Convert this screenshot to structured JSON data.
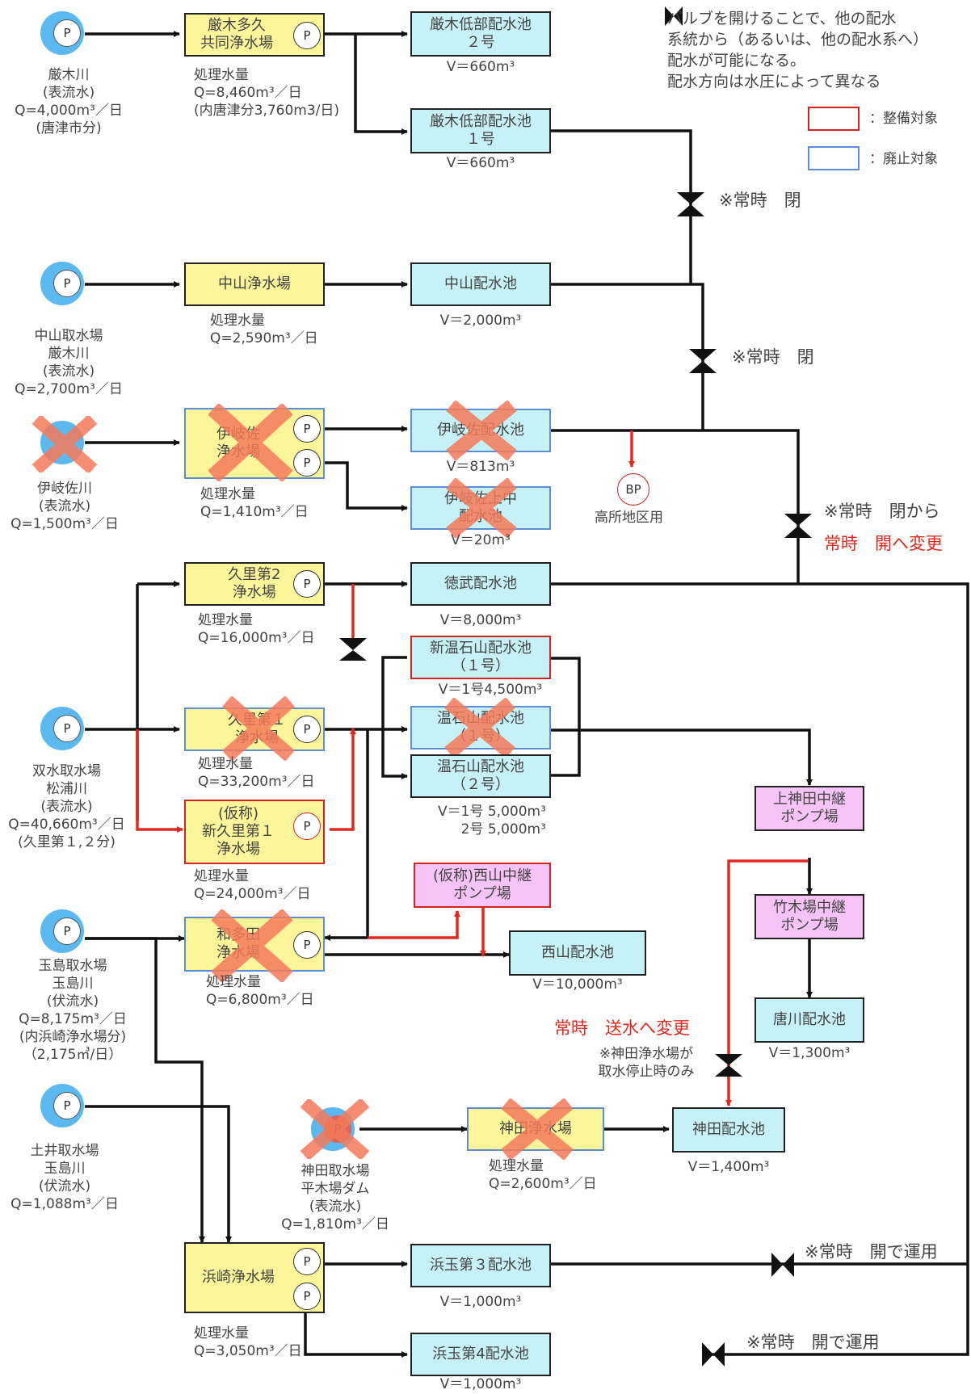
{
  "legend": {
    "note": "バルブを開けることで、他の配水\n系統から（あるいは、他の配水系へ）\n配水が可能になる。\n配水方向は水圧によって異なる",
    "renew": "：整備対象",
    "abolish": "：廃止対象",
    "colors": {
      "renew": "#d32323",
      "abolish": "#5a8fd8"
    }
  },
  "sources": {
    "s1": {
      "pump": "P",
      "label": "厳木川\n(表流水)\nQ=4,000m³／日\n(唐津市分)"
    },
    "s2": {
      "pump": "P",
      "label": "中山取水場\n厳木川\n(表流水)\nQ=2,700m³／日"
    },
    "s3": {
      "label": "伊岐佐川\n(表流水)\nQ=1,500m³／日"
    },
    "s4": {
      "pump": "P",
      "label": "双水取水場\n松浦川\n(表流水)\nQ=40,660m³／日\n(久里第１,２分)"
    },
    "s5": {
      "pump": "P",
      "label": "玉島取水場\n玉島川\n(伏流水)\nQ=8,175m³／日\n(内浜崎浄水場分)\n（2,175㎥/日）"
    },
    "s6": {
      "pump": "P",
      "label": "土井取水場\n玉島川\n(伏流水)\nQ=1,088m³／日"
    },
    "s7": {
      "pump": "P",
      "label": "神田取水場\n平木場ダム\n(表流水)\nQ=1,810m³／日"
    }
  },
  "plants": {
    "p1": {
      "name": "厳木多久\n共同浄水場",
      "pump": "P",
      "label": "処理水量\nQ=8,460m³／日\n(内唐津分3,760m3/日)"
    },
    "p2": {
      "name": "中山浄水場",
      "label": "処理水量\nQ=2,590m³／日"
    },
    "p3": {
      "name": "伊岐佐\n浄水場",
      "pump": "P",
      "label": "処理水量\nQ=1,410m³／日"
    },
    "p4": {
      "name": "久里第2\n浄水場",
      "pump": "P",
      "label": "処理水量\nQ=16,000m³／日"
    },
    "p5": {
      "name": "久里第１\n浄水場",
      "pump": "P",
      "label": "処理水量\nQ=33,200m³／日"
    },
    "p6": {
      "name": "(仮称)\n新久里第１\n浄水場",
      "pump": "P",
      "label": "処理水量\nQ=24,000m³／日"
    },
    "p7": {
      "name": "和多田\n浄水場",
      "pump": "P",
      "label": "処理水量\nQ=6,800m³／日"
    },
    "p8": {
      "name": "神田浄水場",
      "label": "処理水量\nQ=2,600m³／日"
    },
    "p9": {
      "name": "浜崎浄水場",
      "pump": "P",
      "label": "処理水量\nQ=3,050m³／日"
    }
  },
  "tanks": {
    "t1": {
      "name": "厳木低部配水池\n２号",
      "vol": "V＝660m³"
    },
    "t2": {
      "name": "厳木低部配水池\n１号",
      "vol": "V＝660m³"
    },
    "t3": {
      "name": "中山配水池",
      "vol": "V＝2,000m³"
    },
    "t4": {
      "name": "伊岐佐配水池",
      "vol": "V＝813m³"
    },
    "t5": {
      "name": "伊岐佐上中\n配水池",
      "vol": "V＝20m³"
    },
    "t6": {
      "name": "徳武配水池",
      "vol": "V＝8,000m³"
    },
    "t7": {
      "name": "新温石山配水池\n（１号）",
      "vol": "V＝1号4,500m³"
    },
    "t8": {
      "name": "温石山配水池\n（１号）"
    },
    "t9": {
      "name": "温石山配水池\n（２号）",
      "vol": "V＝1号 5,000m³\n2号 5,000m³"
    },
    "t10": {
      "name": "西山配水池",
      "vol": "V＝10,000m³"
    },
    "t11": {
      "name": "唐川配水池",
      "vol": "V＝1,300m³"
    },
    "t12": {
      "name": "神田配水池",
      "vol": "V＝1,400m³"
    },
    "t13": {
      "name": "浜玉第３配水池",
      "vol": "V＝1,000m³"
    },
    "t14": {
      "name": "浜玉第4配水池",
      "vol": "V＝1,000m³"
    }
  },
  "stations": {
    "ps1": {
      "name": "上神田中継\nポンプ場"
    },
    "ps2": {
      "name": "竹木場中継\nポンプ場"
    },
    "ps3": {
      "name": "(仮称)西山中継\nポンプ場"
    }
  },
  "bp": {
    "mark": "BP",
    "label": "高所地区用"
  },
  "notes": {
    "v1": "※常時　閉",
    "v2": "※常時　閉",
    "v3a": "※常時　閉から",
    "v3b": "常時　開へ変更",
    "kanda_red": "常時　送水へ変更",
    "kanda_note": "※神田浄水場が\n取水停止時のみ",
    "v5": "※常時　開で運用",
    "v6": "※常時　開で運用"
  }
}
